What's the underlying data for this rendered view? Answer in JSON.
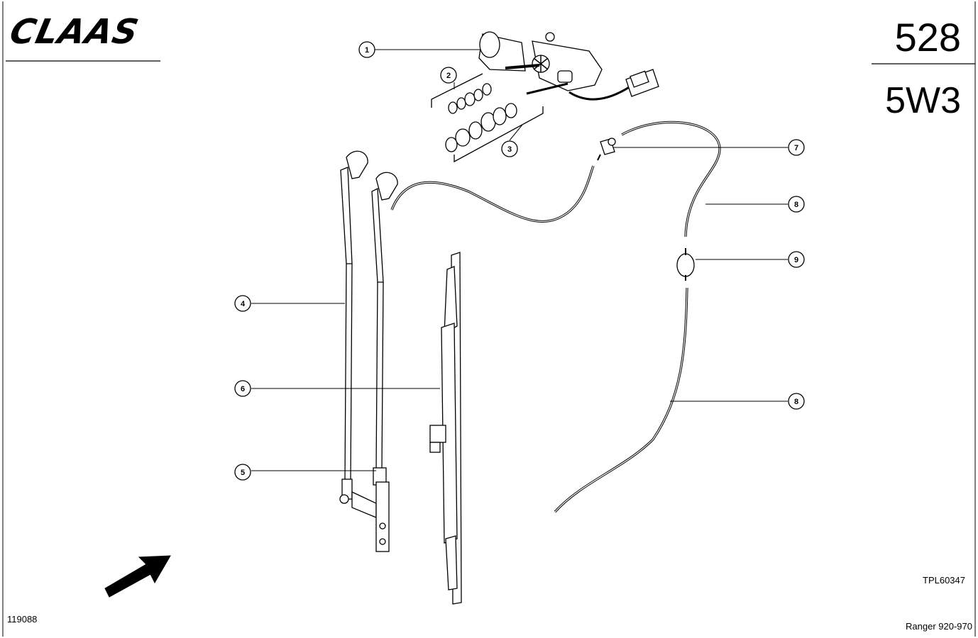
{
  "header": {
    "logo_text": "CLAAS",
    "page_number": "528",
    "section_code": "5W3"
  },
  "footer": {
    "drawing_id": "119088",
    "reference_code": "TPL60347",
    "model_name": "Ranger 920-970"
  },
  "callouts": [
    {
      "label": "1"
    },
    {
      "label": "2"
    },
    {
      "label": "3"
    },
    {
      "label": "4"
    },
    {
      "label": "5"
    },
    {
      "label": "6"
    },
    {
      "label": "7"
    },
    {
      "label": "8"
    },
    {
      "label": "8"
    },
    {
      "label": "9"
    }
  ],
  "icons": {
    "direction_arrow": "arrow-icon"
  }
}
